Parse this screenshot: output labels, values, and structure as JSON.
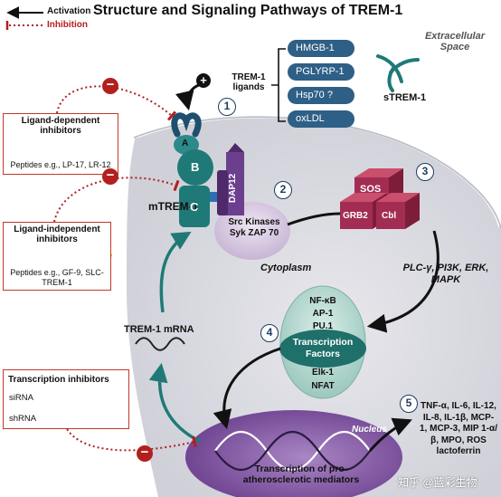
{
  "title": "Structure and Signaling Pathways of TREM-1",
  "legend": {
    "activation": "Activation",
    "inhibition": "Inhibition"
  },
  "regions": {
    "extracellular": "Extracellular Space",
    "cytoplasm": "Cytoplasm",
    "nucleus": "Nucleus"
  },
  "ligands": {
    "label": "TREM-1 ligands",
    "items": [
      "HMGB-1",
      "PGLYRP-1",
      "Hsp70 ?",
      "oxLDL"
    ],
    "plus": "+"
  },
  "strem": "sTREM-1",
  "receptor": {
    "mtrem": "mTREM-1",
    "domains": {
      "a": "A",
      "b": "B",
      "c": "C",
      "dap12": "DAP12"
    },
    "kinases": "Src Kinases Syk ZAP 70"
  },
  "steps": [
    "1",
    "2",
    "3",
    "4",
    "5"
  ],
  "complex": {
    "sos": "SOS",
    "grb2": "GRB2",
    "cbl": "Cbl"
  },
  "pathways": "PLC-γ, PI3K, ERK, MAPK",
  "transcription_factors": {
    "top": [
      "NF-κB",
      "AP-1",
      "PU.1"
    ],
    "label": "Transcription Factors",
    "bottom": [
      "Elk-1",
      "NFAT"
    ]
  },
  "mediators": "TNF-α, IL-6, IL-12, IL-8, IL-1β, MCP-1, MCP-3, MIP 1-α/β, MPO, ROS lactoferrin",
  "nucleus_text": "Transcription of pro-atherosclerotic mediators",
  "mrna": "TREM-1 mRNA",
  "inhibitors": {
    "ligand_dependent": {
      "title": "Ligand-dependent inhibitors",
      "examples": "Peptides e.g., LP-17, LR-12"
    },
    "ligand_independent": {
      "title": "Ligand-independent inhibitors",
      "examples": "Peptides e.g., GF-9, SLC-TREM-1"
    },
    "transcription": {
      "title": "Transcription inhibitors",
      "sirna": "siRNA",
      "shrna": "shRNA"
    },
    "minus": "−"
  },
  "watermark": "知乎 @蓝彩生物"
}
